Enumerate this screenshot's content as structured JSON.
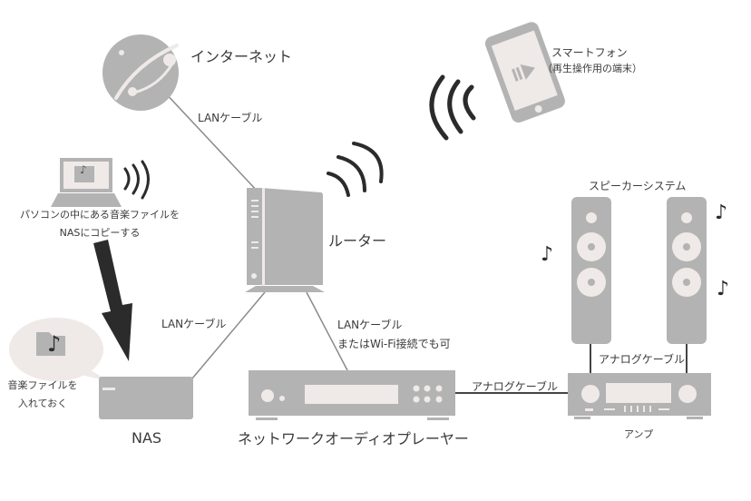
{
  "diagram": {
    "nodes": {
      "internet": {
        "label": "インターネット"
      },
      "smartphone": {
        "label": "スマートフォン",
        "sublabel": "（再生操作用の端末）"
      },
      "pc": {
        "label_line1": "パソコンの中にある音楽ファイルを",
        "label_line2": "NASにコピーする"
      },
      "router": {
        "label": "ルーター"
      },
      "nas": {
        "label": "NAS",
        "bubble_line1": "音楽ファイルを",
        "bubble_line2": "入れておく"
      },
      "player": {
        "label": "ネットワークオーディオプレーヤー"
      },
      "speakers": {
        "label": "スピーカーシステム"
      },
      "amp": {
        "label": "アンプ"
      }
    },
    "edges": {
      "internet_router": {
        "label": "LANケーブル"
      },
      "nas_router": {
        "label": "LANケーブル"
      },
      "router_player": {
        "label_line1": "LANケーブル",
        "label_line2": "またはWi-Fi接続でも可"
      },
      "player_amp": {
        "label": "アナログケーブル"
      },
      "amp_speakers": {
        "label": "アナログケーブル"
      }
    },
    "colors": {
      "device_gray": "#b3b3b3",
      "device_light": "#f0ebea",
      "wave_dark": "#2b2b2b",
      "line_gray": "#8a8a8a",
      "bubble": "#efe9e8"
    },
    "icons": {
      "music_note": "♪"
    }
  }
}
